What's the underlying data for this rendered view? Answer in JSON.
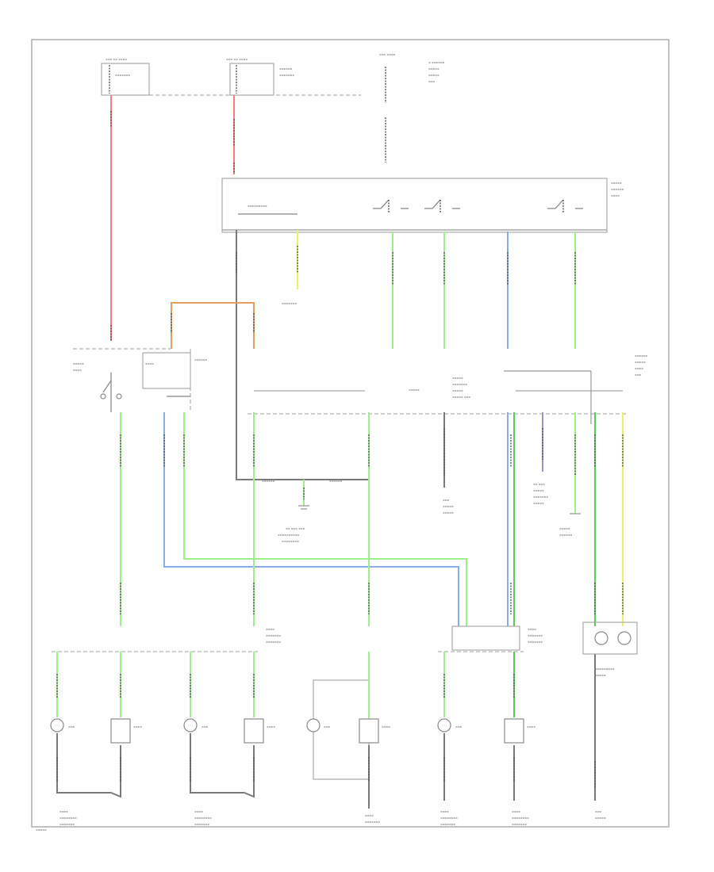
{
  "diagram": {
    "frame": "border",
    "wire_colors": {
      "black": "#7a7a7a",
      "red": "#ff7a7a",
      "pink": "#ffb6c1",
      "light_green": "#9cf08a",
      "green": "#58d058",
      "blue": "#88b0e6",
      "violet": "#9f8fd8",
      "orange": "#e0a060",
      "yellow": "#e8f36a"
    },
    "components": [
      "fuse-block-left",
      "fuse-block-right",
      "switch-panel",
      "column-switch",
      "center-connector",
      "sensor-connector",
      "lamp-row"
    ]
  }
}
